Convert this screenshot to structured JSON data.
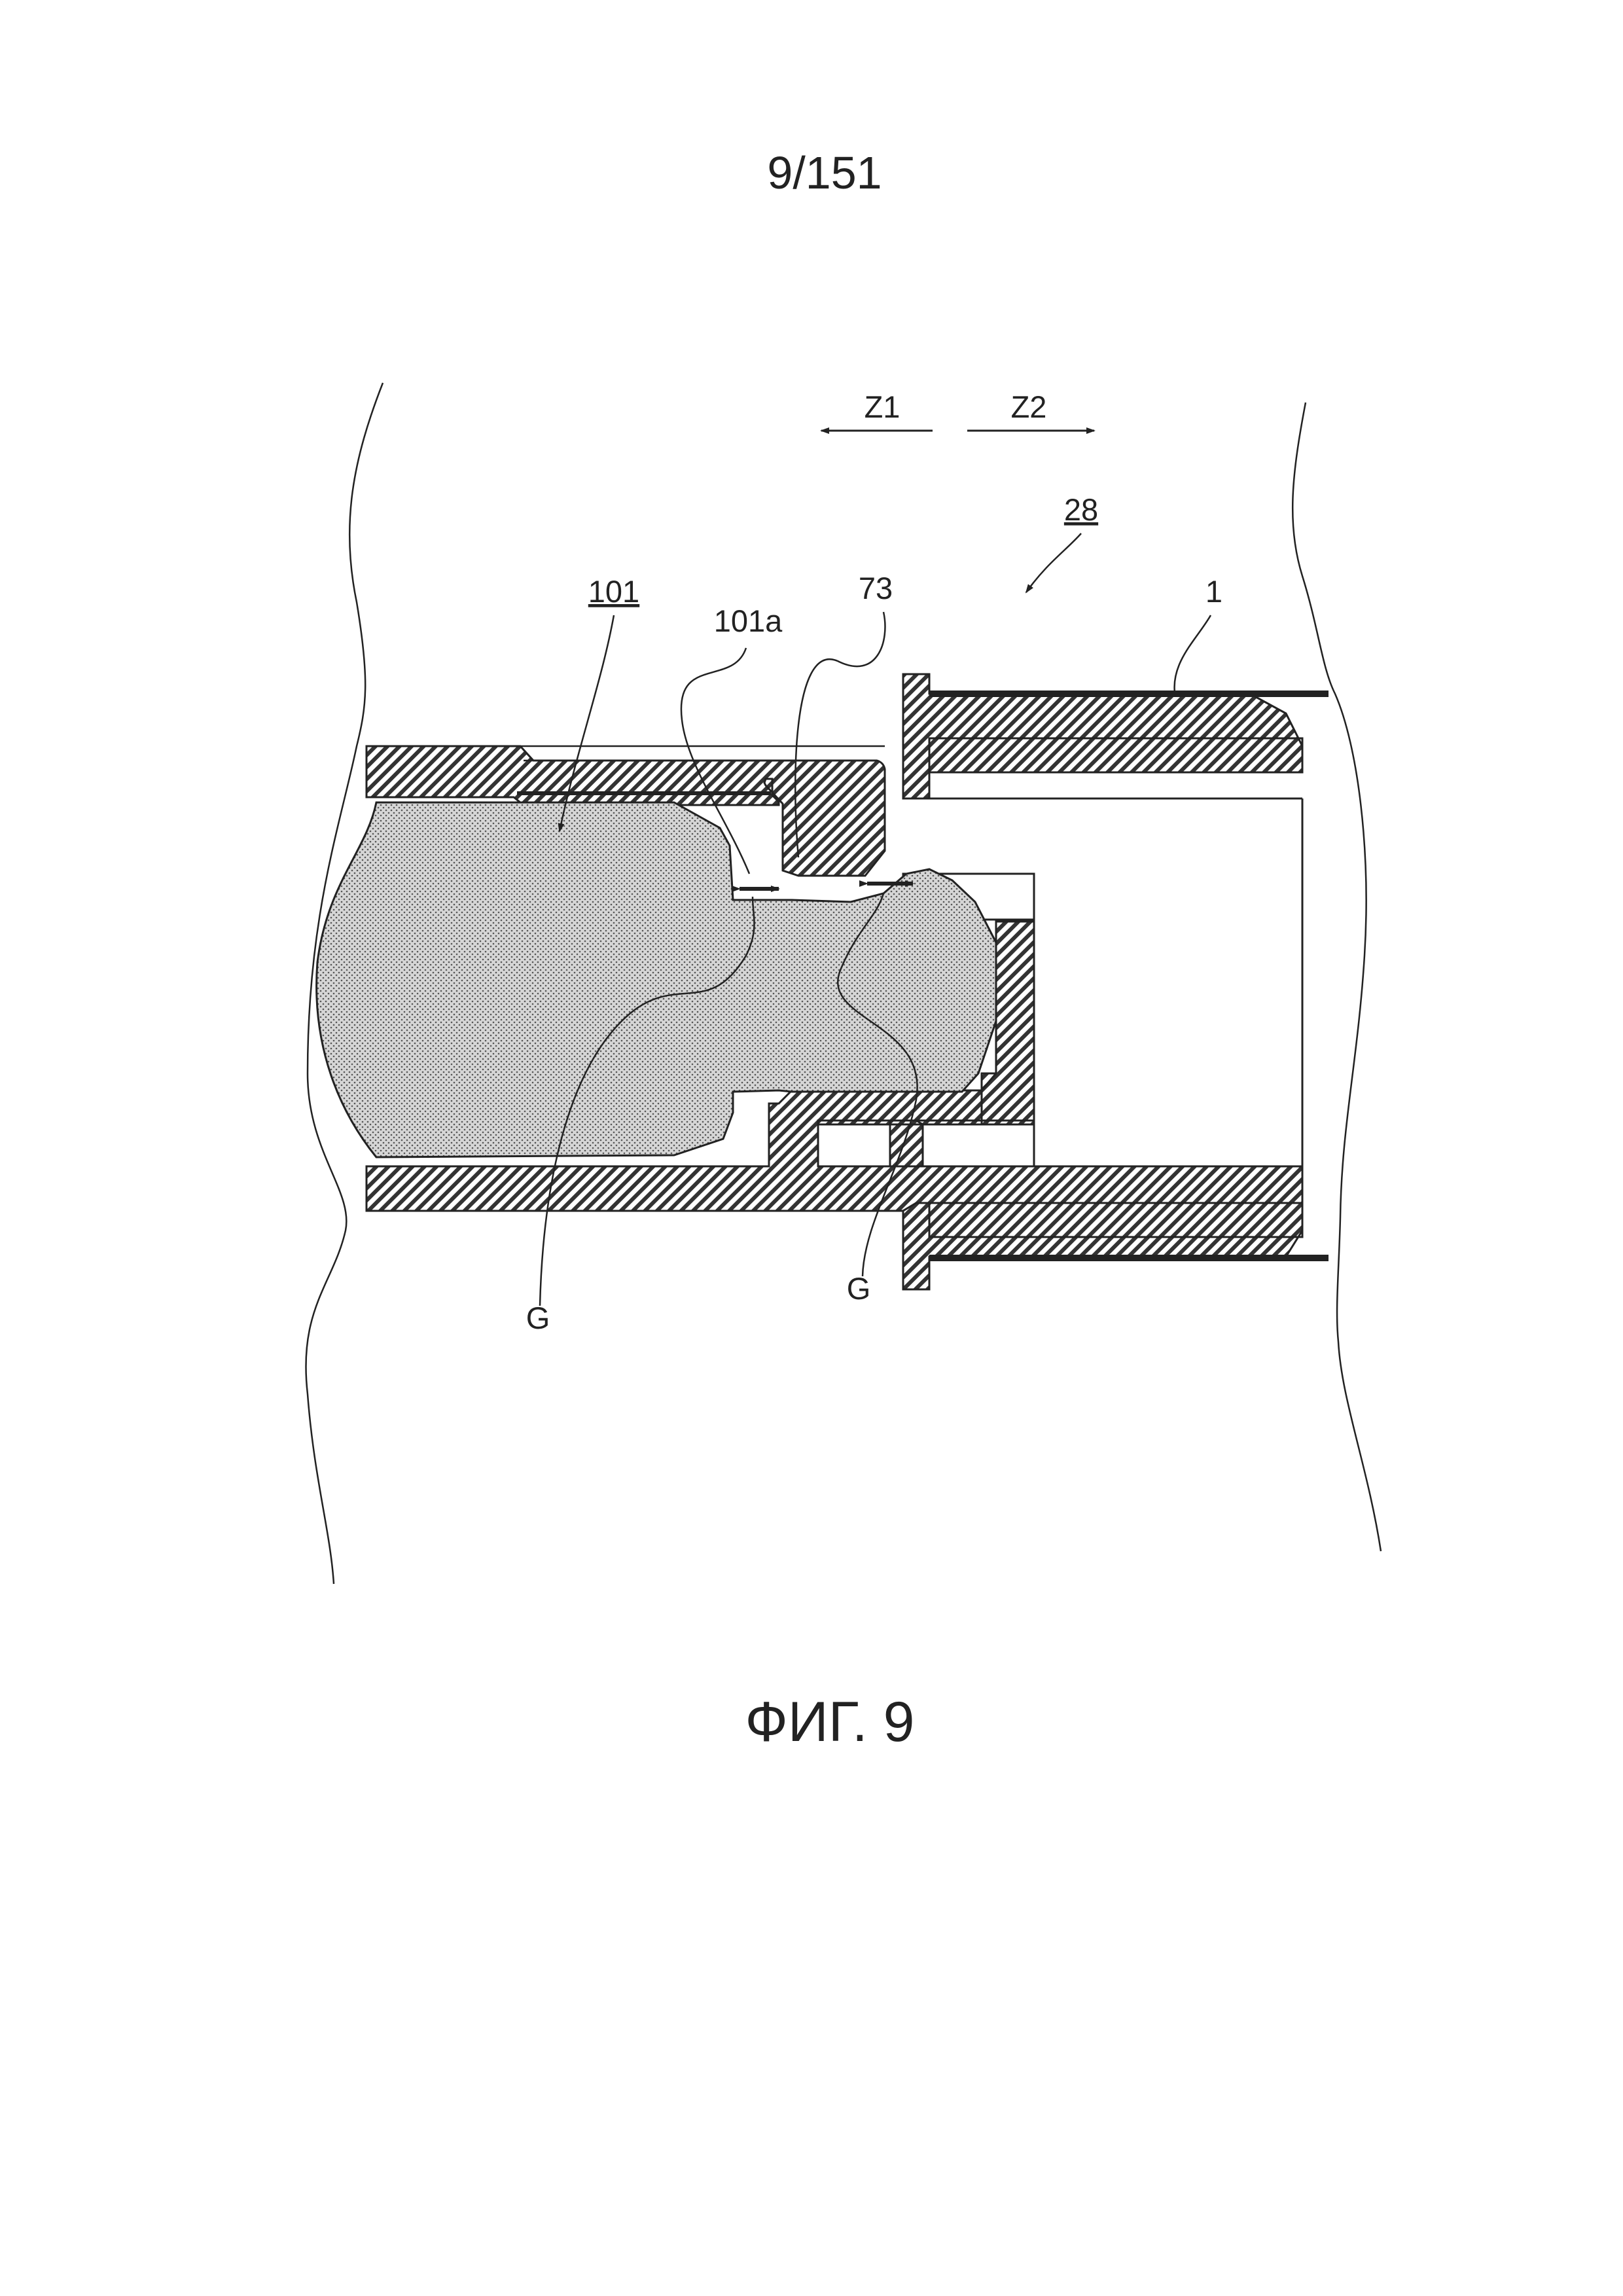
{
  "page_number": "9/151",
  "figure_caption": "ФИГ. 9",
  "labels": {
    "z1": "Z1",
    "z2": "Z2",
    "ref_28": "28",
    "ref_101": "101",
    "ref_101a": "101a",
    "ref_73": "73",
    "ref_1": "1",
    "gap_left": "G",
    "gap_right": "G"
  }
}
